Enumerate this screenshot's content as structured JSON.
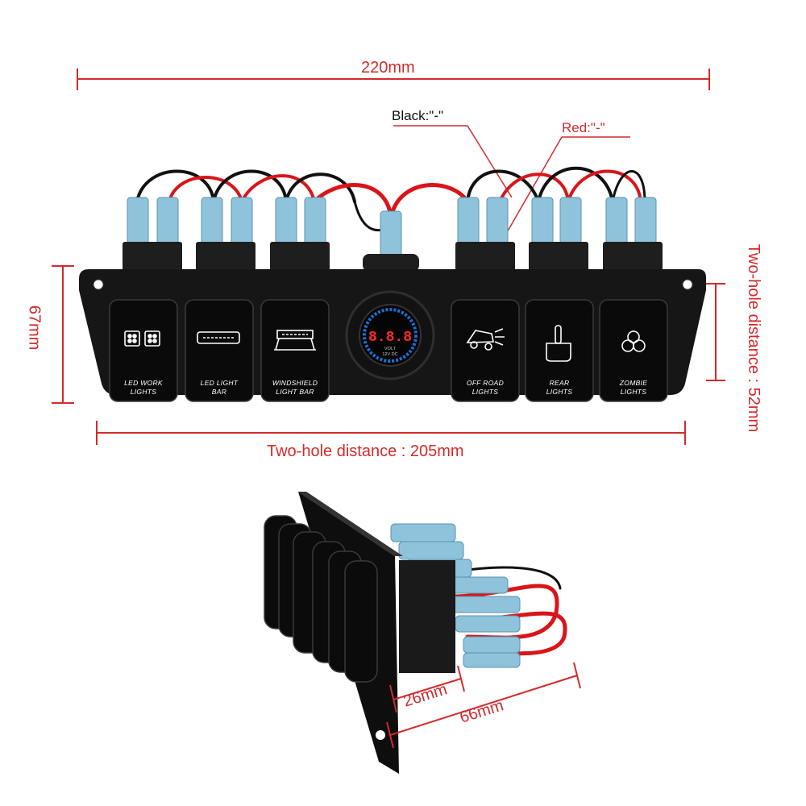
{
  "dimensions": {
    "width_total": "220mm",
    "height_total": "67mm",
    "hole_distance_h": "Two-hole distance : 205mm",
    "hole_distance_v": "Two-hole distance : 52mm",
    "depth_short": "26mm",
    "depth_long": "66mm"
  },
  "wires": {
    "black_label": "Black:\"-\"",
    "red_label": "Red:\"-\""
  },
  "switches": [
    {
      "icon": "work-lights-icon",
      "line1": "LED WORK",
      "line2": "LIGHTS"
    },
    {
      "icon": "light-bar-icon",
      "line1": "LED LIGHT",
      "line2": "BAR"
    },
    {
      "icon": "windshield-bar-icon",
      "line1": "WINDSHIELD",
      "line2": "LIGHT BAR"
    },
    {
      "icon": "off-road-icon",
      "line1": "OFF ROAD",
      "line2": "LIGHTS"
    },
    {
      "icon": "middle-finger-icon",
      "line1": "REAR",
      "line2": "LIGHTS"
    },
    {
      "icon": "biohazard-icon",
      "line1": "ZOMBIE",
      "line2": "LIGHTS"
    }
  ],
  "voltmeter": {
    "reading": "8.8.8",
    "unit": "VOLT",
    "rating": "12V DC"
  },
  "colors": {
    "dimension_red": "#d42a2a",
    "panel_black": "#161616",
    "terminal_blue": "#8fc3dc",
    "wire_red": "#d8161a"
  }
}
